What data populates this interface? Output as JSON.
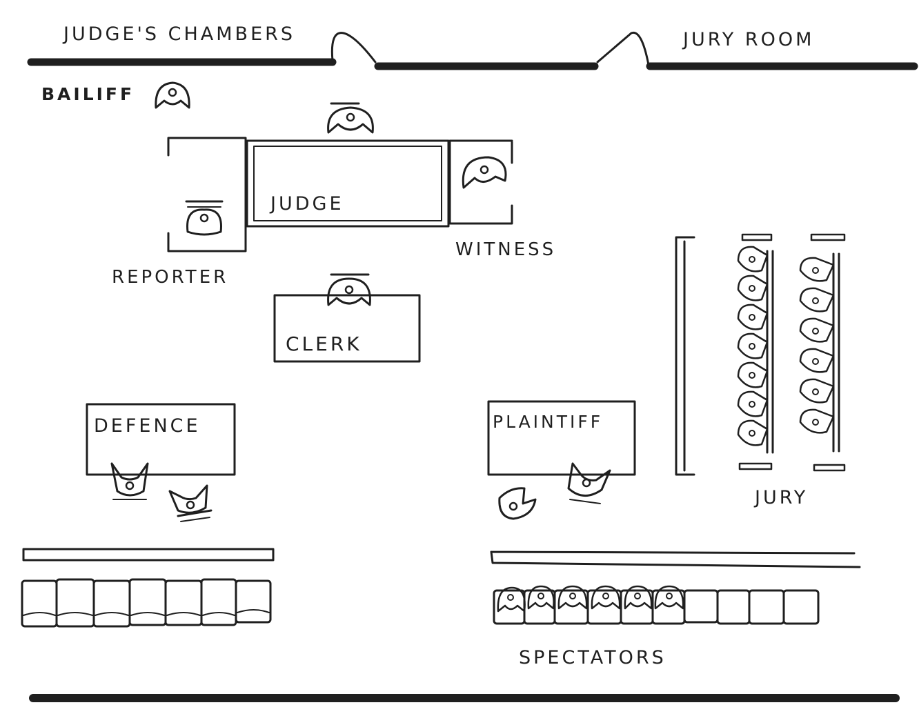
{
  "labels": {
    "judges_chambers": "JUDGE'S CHAMBERS",
    "jury_room": "JURY ROOM",
    "bailiff": "BAILIFF",
    "judge": "JUDGE",
    "witness": "WITNESS",
    "reporter": "REPORTER",
    "clerk": "CLERK",
    "defence": "DEFENCE",
    "plaintiff": "PLAINTIFF",
    "jury": "JURY",
    "spectators": "SPECTATORS"
  },
  "icons": {
    "person": "person-icon",
    "seat": "seat-icon"
  },
  "colors": {
    "ink": "#1f1f1f",
    "paper": "#ffffff"
  }
}
